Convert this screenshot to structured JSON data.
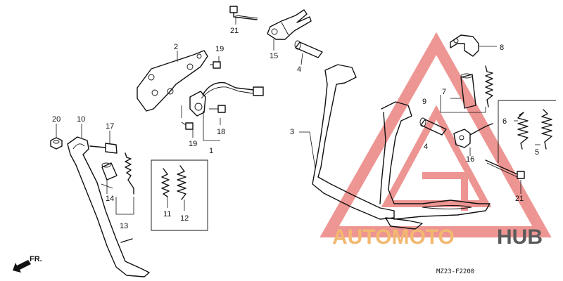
{
  "callouts": {
    "c1": "1",
    "c2": "2",
    "c3": "3",
    "c4a": "4",
    "c4b": "4",
    "c5": "5",
    "c6": "6",
    "c7": "7",
    "c8": "8",
    "c9": "9",
    "c10": "10",
    "c11": "11",
    "c12": "12",
    "c13": "13",
    "c14": "14",
    "c15": "15",
    "c16": "16",
    "c17": "17",
    "c18": "18",
    "c19a": "19",
    "c19b": "19",
    "c20": "20",
    "c21a": "21",
    "c21b": "21"
  },
  "front_indicator": "FR.",
  "diagram_code": "MZ23-F2200",
  "watermark": {
    "part1": "AUTOMOTO",
    "part2": "HUB",
    "color1": "#f2b870",
    "color2": "#5a5a5a",
    "triangle_color": "#e0403a"
  }
}
